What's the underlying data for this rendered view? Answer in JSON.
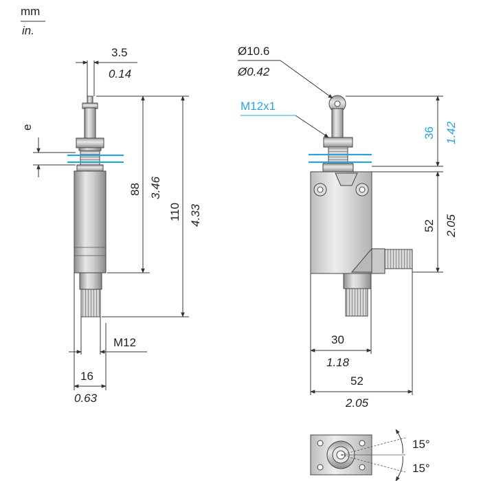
{
  "units": {
    "primary": "mm",
    "secondary": "in."
  },
  "front_view": {
    "roller_width": {
      "mm": "3.5",
      "in": "0.14"
    },
    "nut_thickness_label": "e",
    "length_to_housing": {
      "mm": "88",
      "in": "3.46"
    },
    "overall_length": {
      "mm": "110",
      "in": "4.33"
    },
    "connector_thread": "M12",
    "body_width": {
      "mm": "16",
      "in": "0.63"
    }
  },
  "side_view": {
    "roller_diameter": {
      "mm": "Ø10.6",
      "in": "Ø0.42"
    },
    "mounting_thread": "M12x1",
    "plunger_height": {
      "mm": "36",
      "in": "1.42"
    },
    "housing_height": {
      "mm": "52",
      "in": "2.05"
    },
    "connector_offset": {
      "mm": "30",
      "in": "1.18"
    },
    "housing_width": {
      "mm": "52",
      "in": "2.05"
    }
  },
  "top_view": {
    "angle_upper": "15°",
    "angle_lower": "15°"
  },
  "colors": {
    "accent": "#2aa3dc",
    "line": "#333333"
  }
}
